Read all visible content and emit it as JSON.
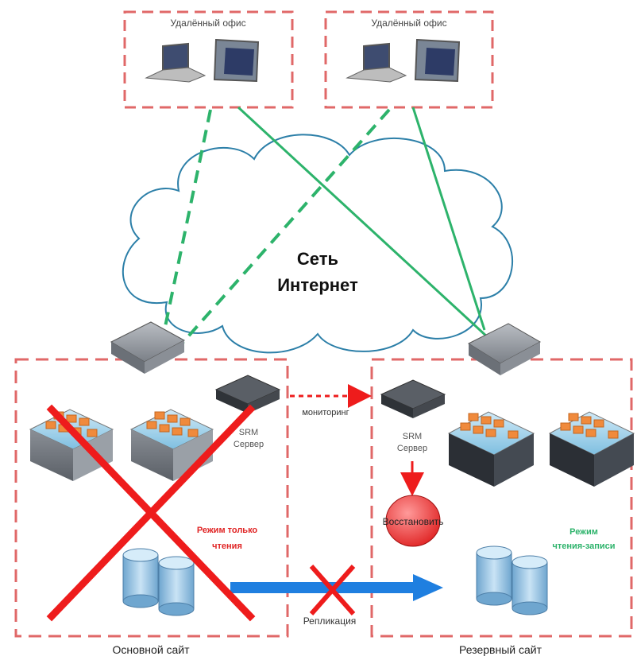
{
  "remote_office_left": {
    "label": "Удалённый офис"
  },
  "remote_office_right": {
    "label": "Удалённый офис"
  },
  "cloud": {
    "line1": "Сеть",
    "line2": "Интернет"
  },
  "main_site": {
    "label": "Основной сайт",
    "srm_line1": "SRM",
    "srm_line2": "Сервер",
    "mode_line1": "Режим только",
    "mode_line2": "чтения"
  },
  "backup_site": {
    "label": "Резервный сайт",
    "srm_line1": "SRM",
    "srm_line2": "Сервер",
    "mode_line1": "Режим",
    "mode_line2": "чтения-записи"
  },
  "monitoring_label": "мониторинг",
  "restore_label": "Восстановить",
  "replication_label": "Репликация",
  "colors": {
    "dashed_border": "#e06868",
    "green_link": "#2db36b",
    "red_cross": "#ee1c1c",
    "replication_arrow": "#1f7fe0",
    "cloud_stroke": "#2c7fa8"
  }
}
